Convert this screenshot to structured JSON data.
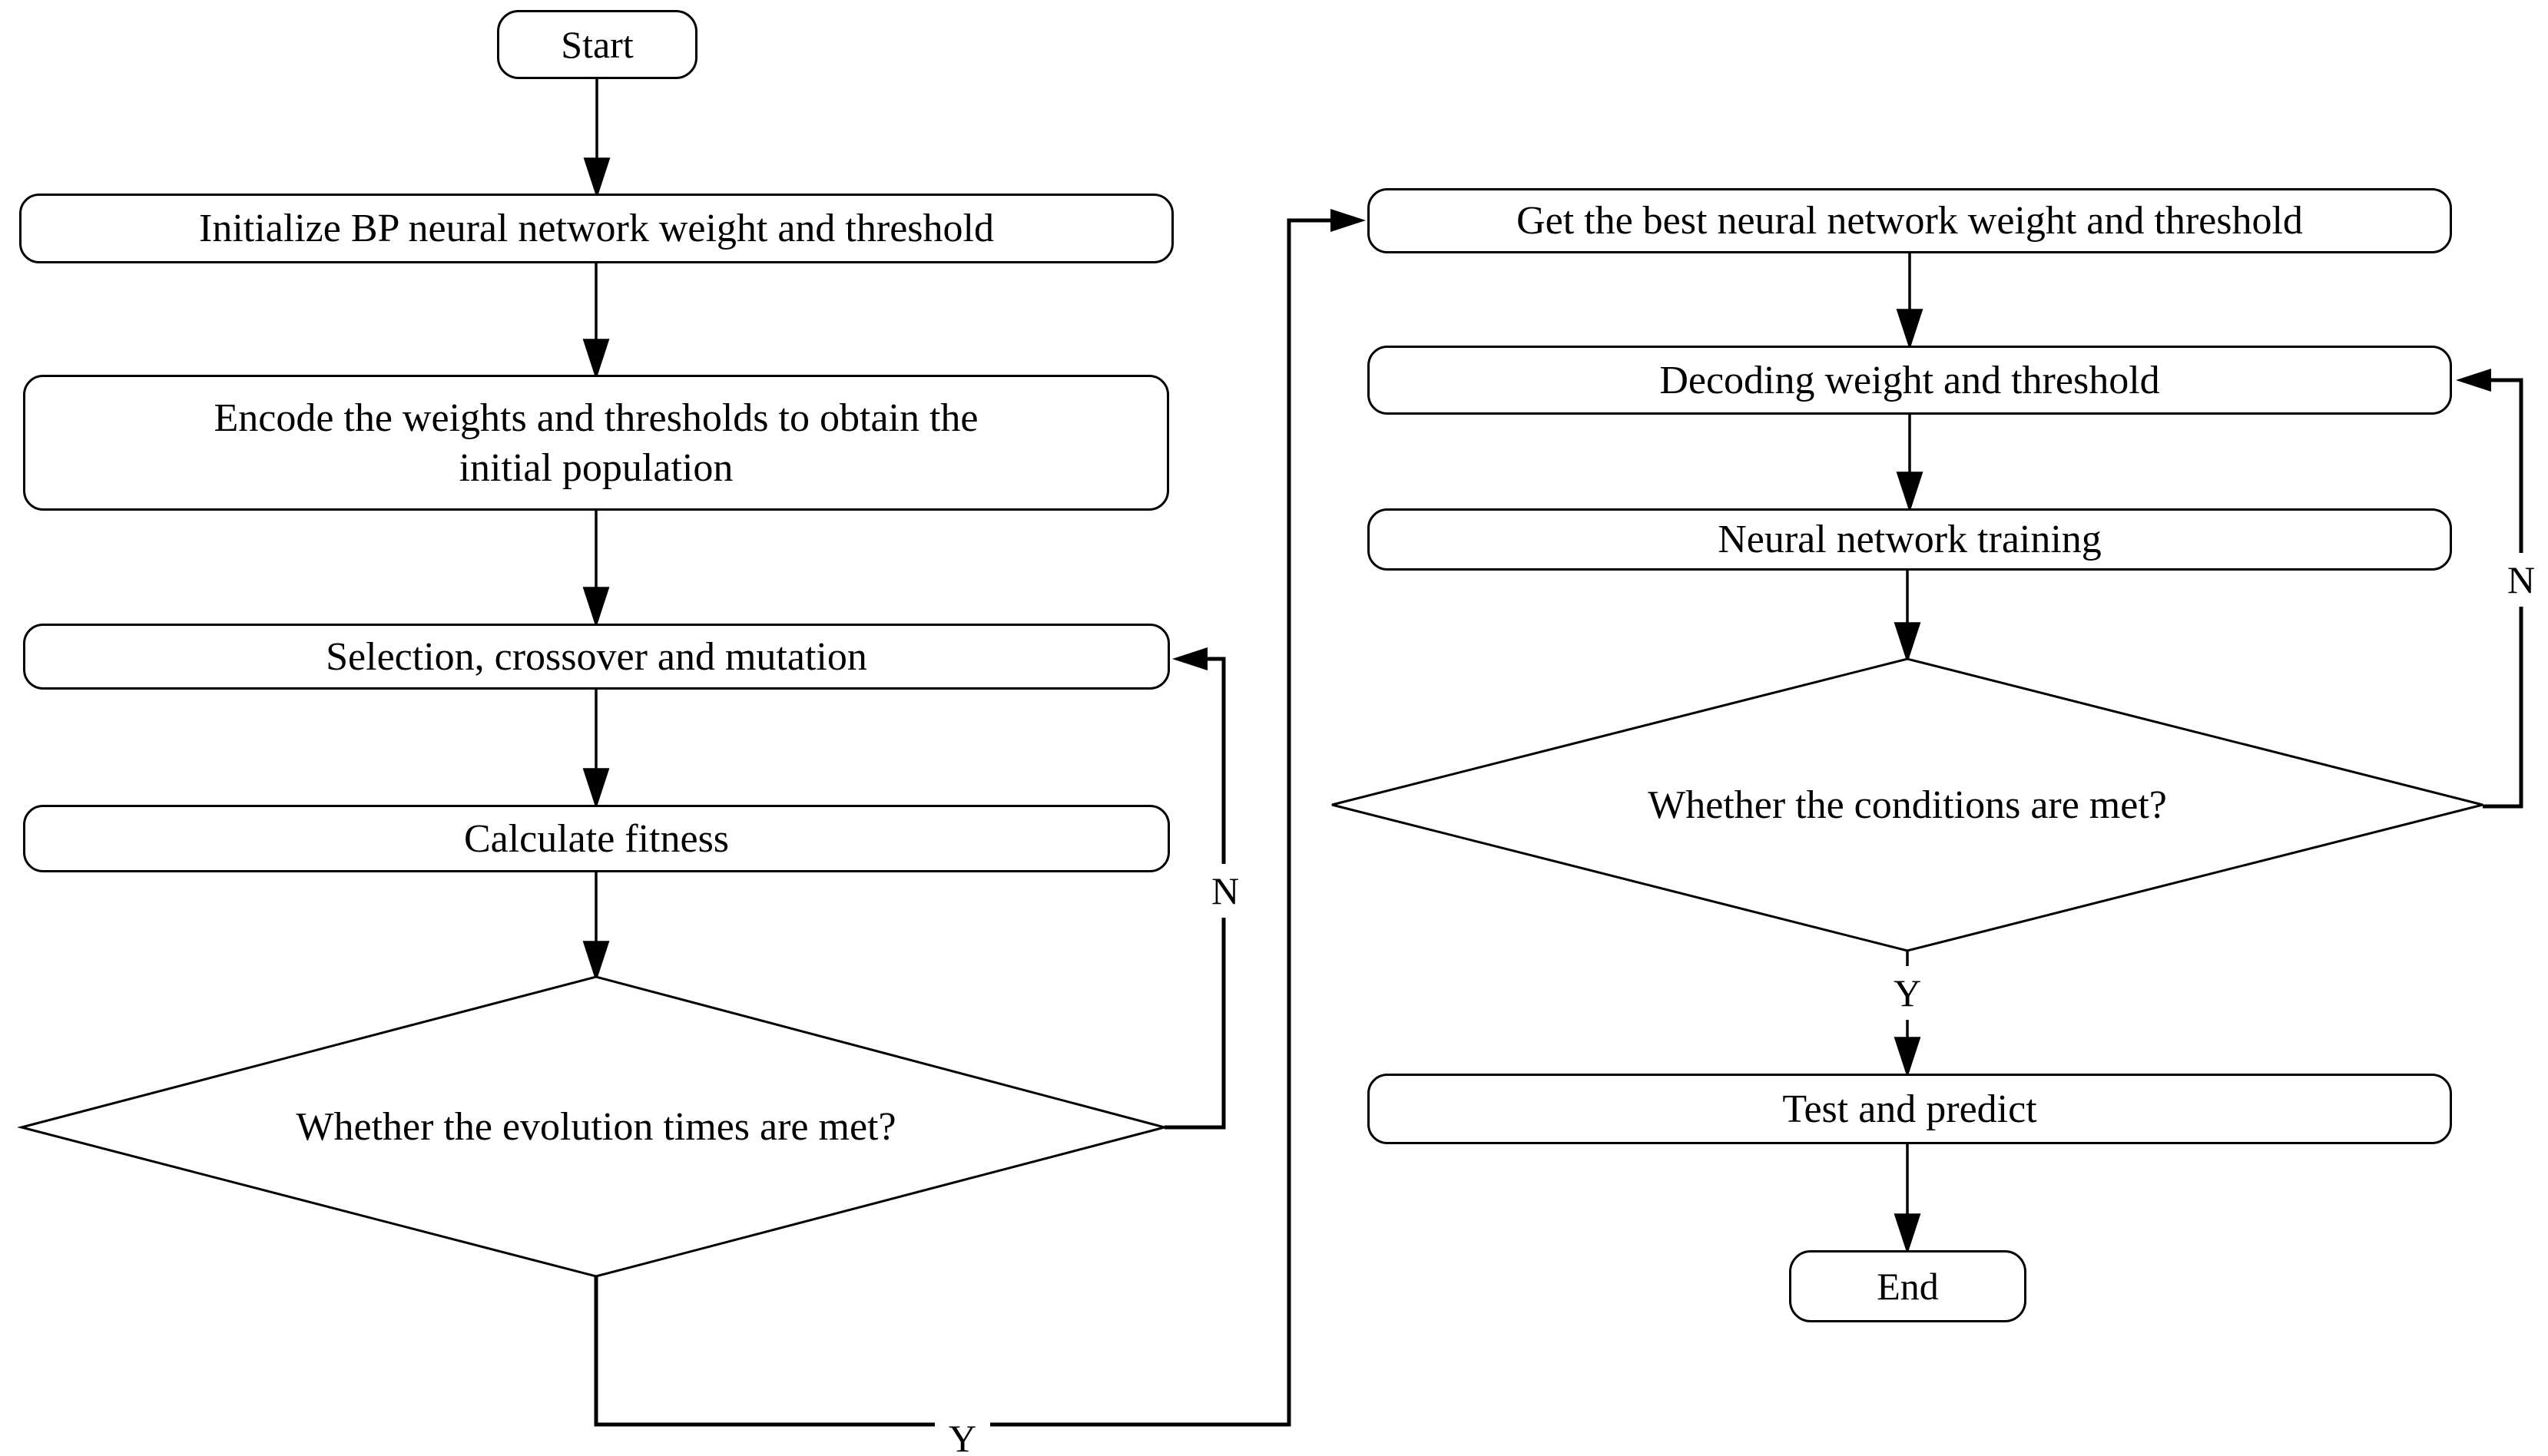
{
  "figure": {
    "type": "flowchart",
    "background_color": "#ffffff",
    "stroke_color": "#000000",
    "text_color": "#000000"
  },
  "nodes": {
    "start": "Start",
    "initialize": "Initialize BP neural network weight and threshold",
    "encode_line1": "Encode the weights and thresholds to obtain the",
    "encode_line2": "initial population",
    "selection": "Selection, crossover and mutation",
    "fitness": "Calculate fitness",
    "evolution_decision": "Whether the evolution times are met?",
    "get_best": "Get the best neural network weight and threshold",
    "decoding": "Decoding weight and threshold",
    "training": "Neural network training",
    "conditions_decision": "Whether the conditions are met?",
    "test": "Test and predict",
    "end": "End"
  },
  "edge_labels": {
    "evolution_no": "N",
    "evolution_yes": "Y",
    "conditions_no": "N",
    "conditions_yes": "Y"
  }
}
